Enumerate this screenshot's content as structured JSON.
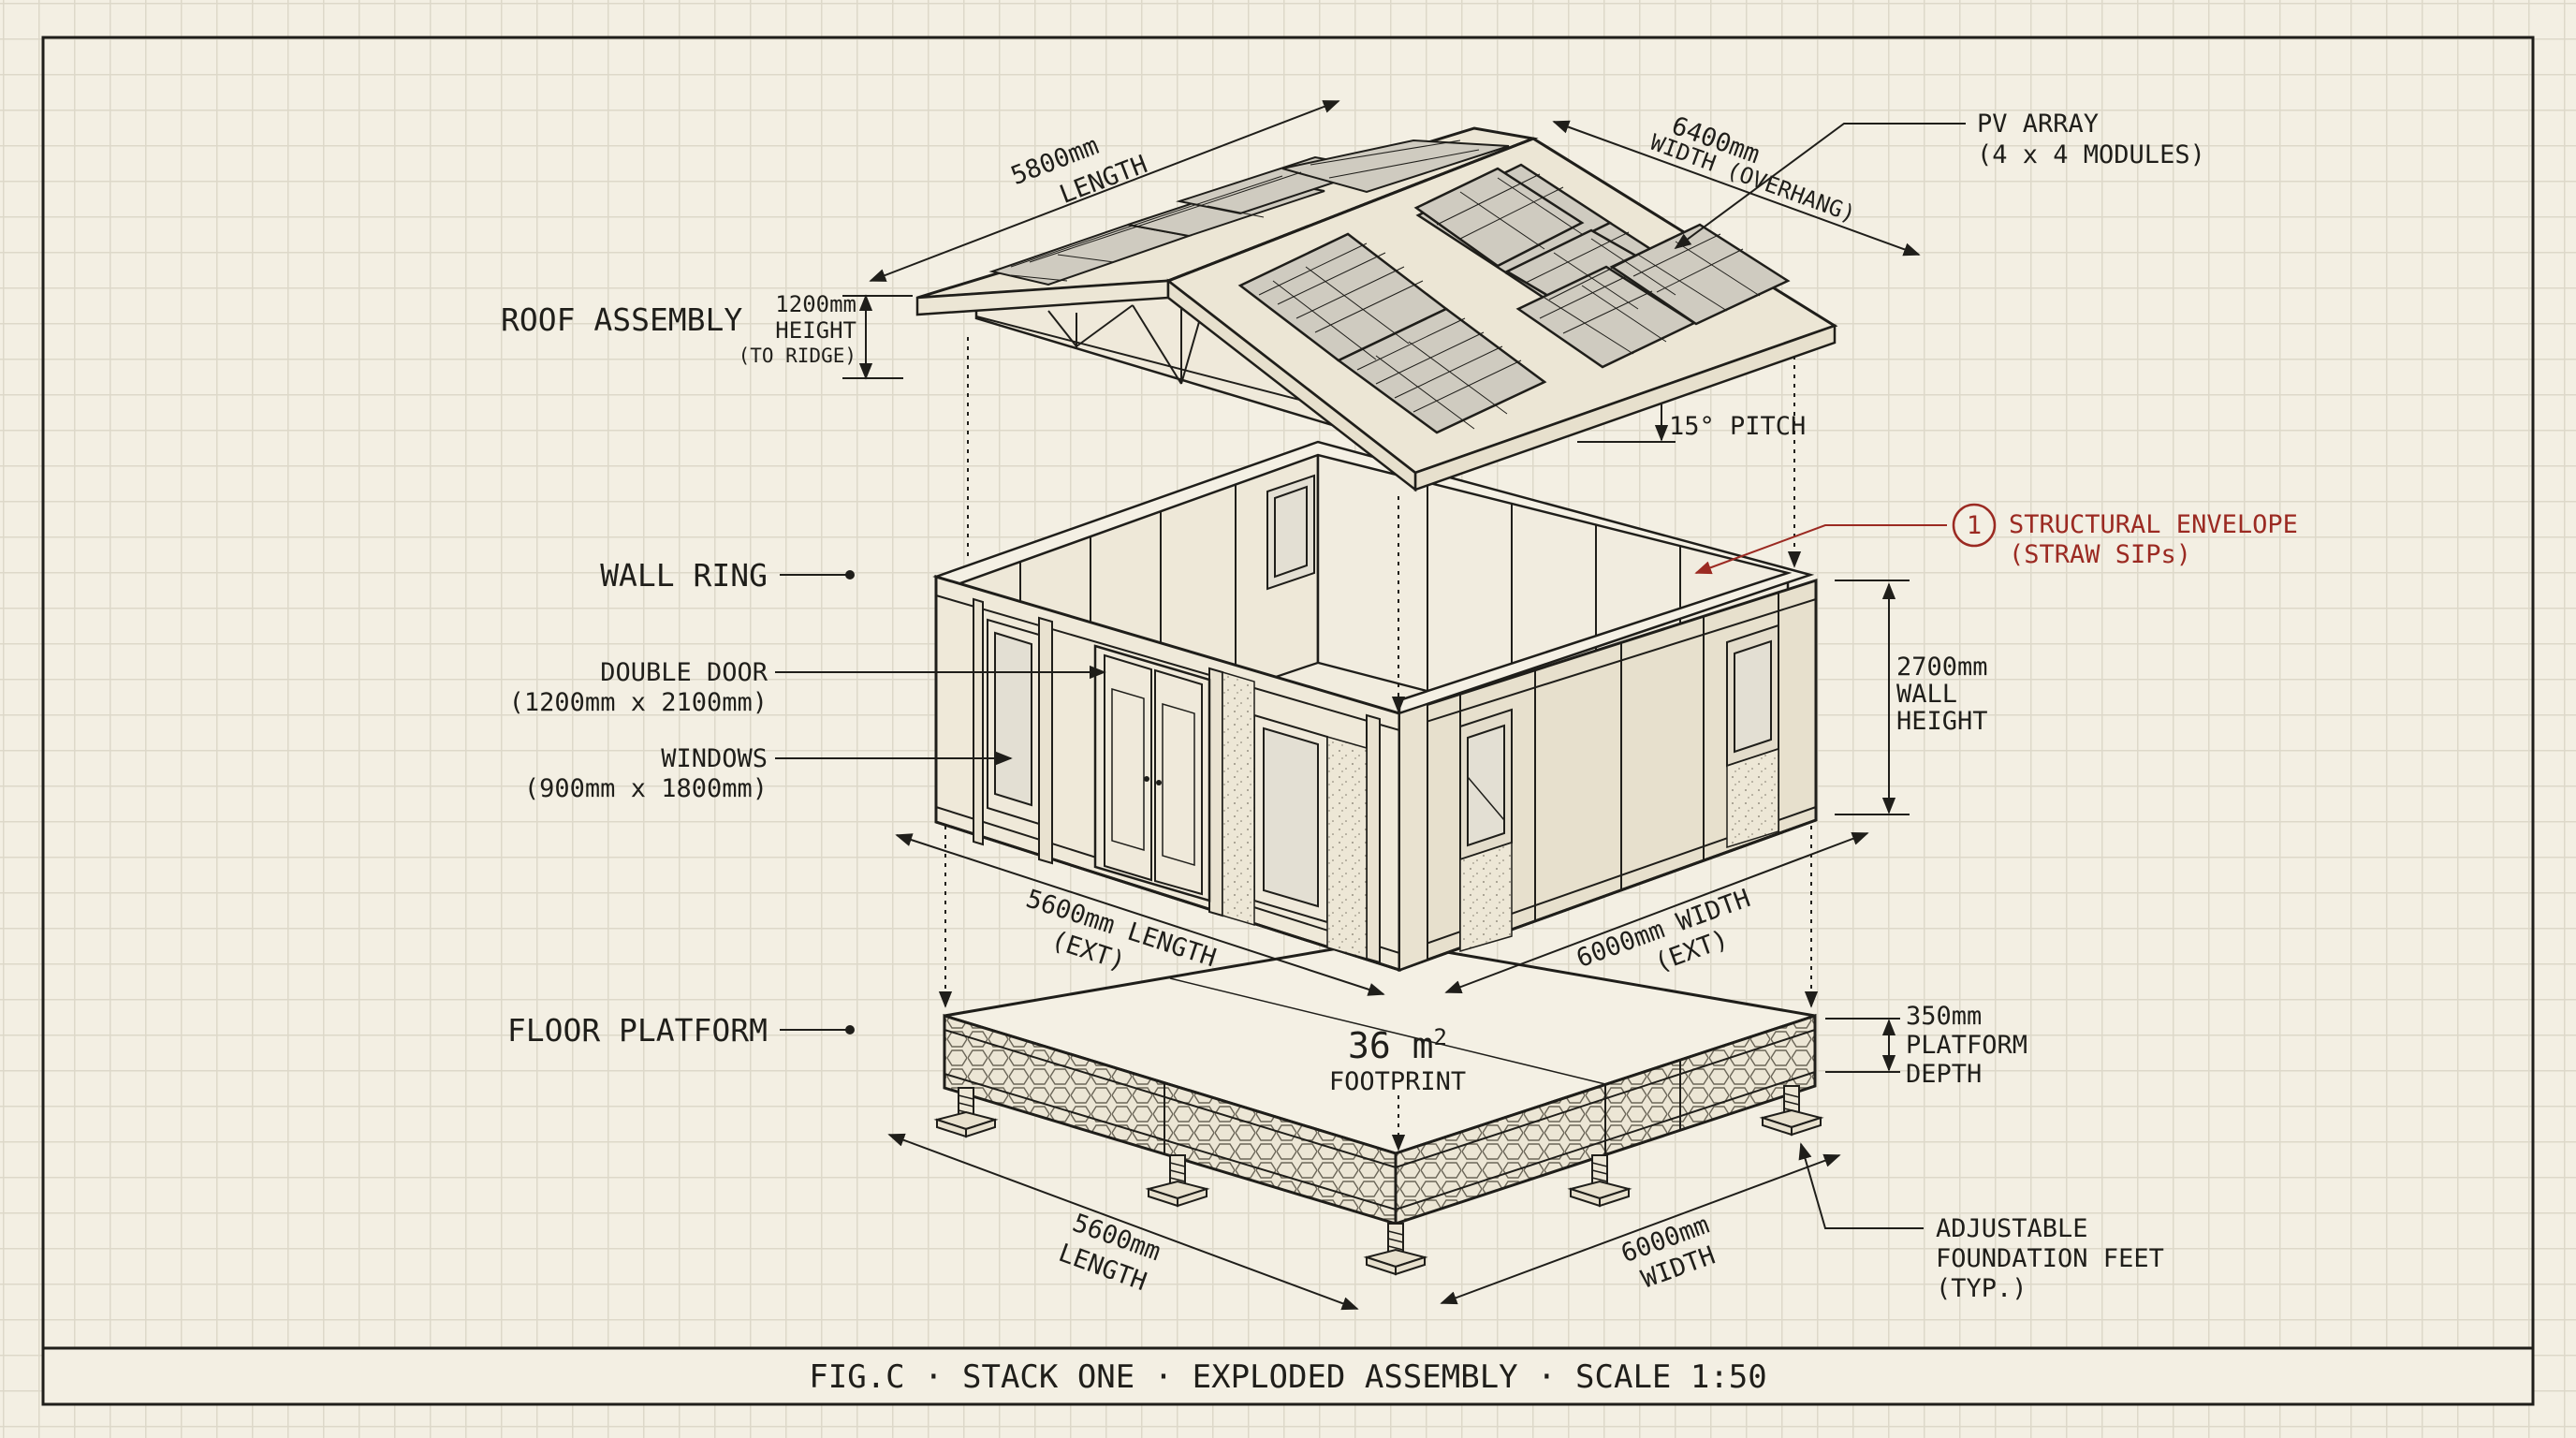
{
  "figure": {
    "caption": "FIG.C · STACK ONE · EXPLODED ASSEMBLY · SCALE 1:50"
  },
  "sections": {
    "roof_assembly": "ROOF ASSEMBLY",
    "wall_ring": "WALL RING",
    "floor_platform": "FLOOR PLATFORM"
  },
  "roof": {
    "length_value": "5800mm",
    "length_label": "LENGTH",
    "width_value": "6400mm",
    "width_label": "WIDTH (OVERHANG)",
    "height_value": "1200mm",
    "height_label": "HEIGHT",
    "height_note": "(TO RIDGE)",
    "pitch": "15° PITCH",
    "pv_line1": "PV ARRAY",
    "pv_line2": "(4 x 4 MODULES)"
  },
  "envelope": {
    "number": "1",
    "line1": "STRUCTURAL ENVELOPE",
    "line2": "(STRAW SIPs)"
  },
  "walls": {
    "door_line1": "DOUBLE DOOR",
    "door_line2": "(1200mm x 2100mm)",
    "windows_line1": "WINDOWS",
    "windows_line2": "(900mm x 1800mm)",
    "height_value": "2700mm",
    "height_line2": "WALL",
    "height_line3": "HEIGHT",
    "length_line1": "5600mm LENGTH",
    "length_line2": "(EXT)",
    "width_line1": "6000mm WIDTH",
    "width_line2": "(EXT)"
  },
  "floor": {
    "area_value": "36 m",
    "area_sup": "2",
    "area_label": "FOOTPRINT",
    "depth_value": "350mm",
    "depth_line2": "PLATFORM",
    "depth_line3": "DEPTH",
    "length_value": "5600mm",
    "length_label": "LENGTH",
    "width_value": "6000mm",
    "width_label": "WIDTH",
    "feet_line1": "ADJUSTABLE",
    "feet_line2": "FOUNDATION FEET",
    "feet_line3": "(TYP.)"
  }
}
